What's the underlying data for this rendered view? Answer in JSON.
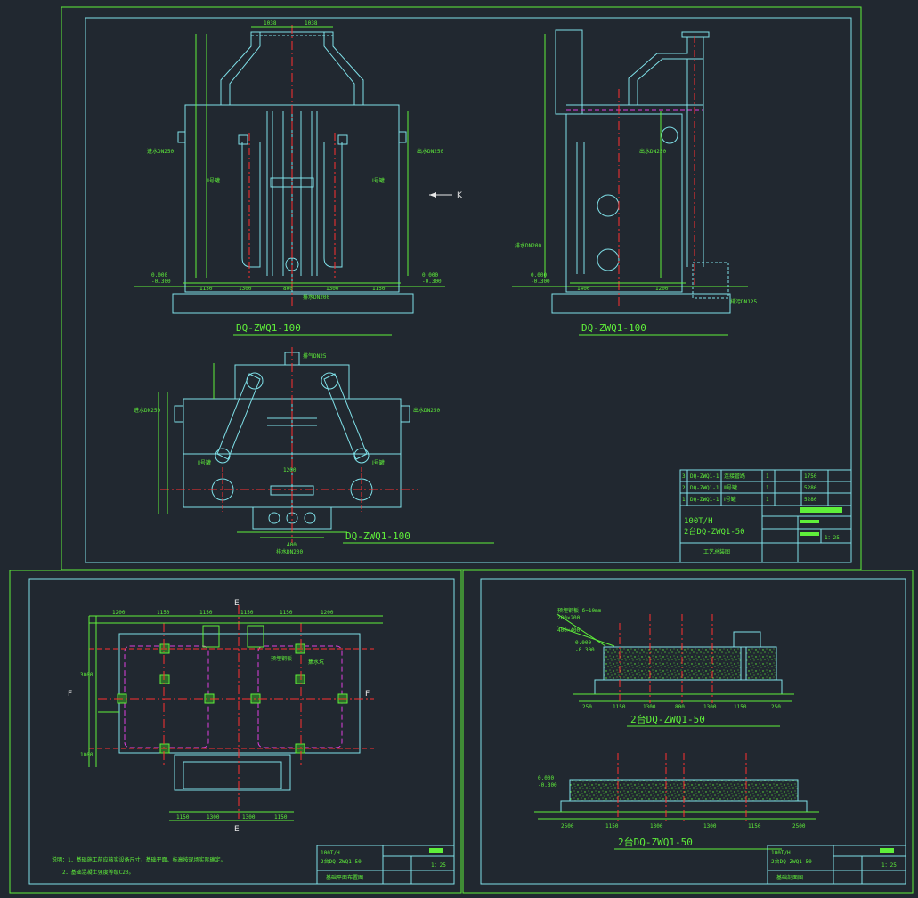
{
  "drawing": {
    "view_labels": {
      "front": "DQ-ZWQ1-100",
      "side": "DQ-ZWQ1-100",
      "plan": "DQ-ZWQ1-100",
      "foundation_e": "2台DQ-ZWQ1-50",
      "foundation_f": "2台DQ-ZWQ1-50"
    },
    "direction_marker": "K",
    "section_marks": {
      "e_top": "E",
      "e_bottom": "E",
      "f_left": "F",
      "f_right": "F"
    },
    "front_dims": {
      "top_a": "1038",
      "top_b": "1038",
      "bottom": [
        "1150",
        "1300",
        "800",
        "1300",
        "1150"
      ],
      "flange_left": "进水DN250",
      "flange_right": "出水DN250",
      "drain": "排水DN200",
      "chamber_left": "Ⅱ号罐",
      "chamber_right": "Ⅰ号罐",
      "level_a": "0.000",
      "level_b": "-0.300"
    },
    "side_dims": {
      "flange": "出水DN250",
      "drain": "排水DN200",
      "level_a": "0.000",
      "level_b": "-0.300",
      "bottom": [
        "1400",
        "1200"
      ],
      "pit": "排污DN125"
    },
    "plan_dims": {
      "left_flange": "进水DN250",
      "right_flange": "出水DN250",
      "top_flange": "排气DN25",
      "drain": "排水DN200",
      "chamber_left": "Ⅱ号罐",
      "chamber_right": "Ⅰ号罐",
      "bottom": [
        "400",
        "1200"
      ]
    },
    "foundation_plan_dims": {
      "top": [
        "1200",
        "1150",
        "1150",
        "1150",
        "1150",
        "1200"
      ],
      "bottom": [
        "1150",
        "1300",
        "1300",
        "1150"
      ],
      "side": [
        "3000",
        "1000"
      ],
      "anchor": "预埋钢板",
      "pit_note": "集水坑"
    },
    "notes": {
      "line1": "说明：1．基础施工前应核实设备尺寸，基础平面、标高按现场实际确定。",
      "line2": "2．基础混凝土强度等级C20。"
    },
    "legend_rows": [
      {
        "no": "3",
        "code": "DQ-ZWQ1-1",
        "name": "连接管路",
        "qty": "1",
        "weight": "1750"
      },
      {
        "no": "2",
        "code": "DQ-ZWQ1-1",
        "name": "Ⅱ号罐",
        "qty": "1",
        "weight": "5280"
      },
      {
        "no": "1",
        "code": "DQ-ZWQ1-1",
        "name": "Ⅰ号罐",
        "qty": "1",
        "weight": "5280"
      }
    ],
    "title_block_main": {
      "line1": "100T/H",
      "line2": "2台DQ-ZWQ1-50",
      "line3": "工艺总装图",
      "scale": "1：25"
    },
    "title_block_left": {
      "line1": "100T/H",
      "line2": "2台DQ-ZWQ1-50",
      "line3": "基础平面布置图",
      "scale": "1：25"
    },
    "title_block_right": {
      "line1": "100T/H",
      "line2": "2台DQ-ZWQ1-50",
      "line3": "基础剖面图",
      "scale": "1：25"
    },
    "section_e_dims": {
      "note1": "预埋钢板 δ=10mm",
      "note2": "200×200",
      "note3": "400×400",
      "bottom": [
        "250",
        "1150",
        "1300",
        "800",
        "1300",
        "1150",
        "250"
      ],
      "level_a": "0.000",
      "level_b": "-0.300"
    },
    "section_f_dims": {
      "bottom": [
        "2500",
        "1150",
        "1300",
        "1300",
        "1150",
        "2500"
      ],
      "level_a": "0.000",
      "level_b": "-0.300"
    }
  },
  "colors": {
    "background": "#212830",
    "frame": "#5fef3a",
    "equipment": "#7fe0e8",
    "center_line": "#ff3030",
    "hidden_line": "#e040e0",
    "concrete": "#5fef3a"
  }
}
